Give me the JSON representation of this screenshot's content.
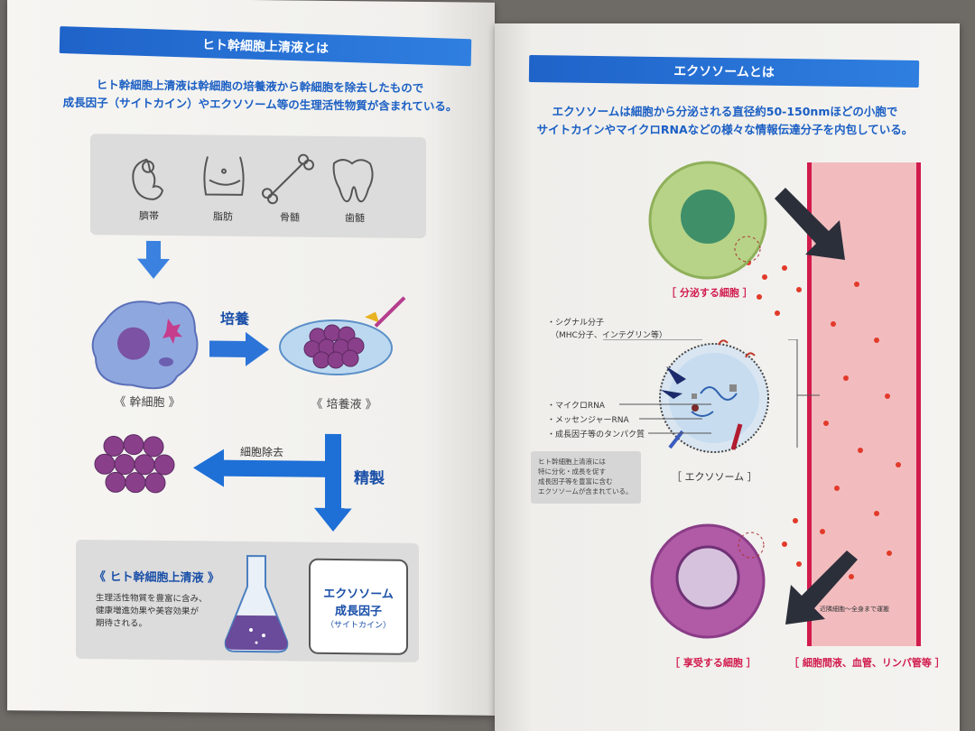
{
  "left": {
    "banner": "ヒト幹細胞上清液とは",
    "intro_line1": "ヒト幹細胞上清液は幹細胞の培養液から幹細胞を除去したもので",
    "intro_line2": "成長因子（サイトカイン）やエクソソーム等の生理活性物質が含まれている。",
    "sources": [
      {
        "label": "臍帯",
        "icon": "fetus-icon"
      },
      {
        "label": "脂肪",
        "icon": "abdomen-icon"
      },
      {
        "label": "骨髄",
        "icon": "bone-icon"
      },
      {
        "label": "歯髄",
        "icon": "tooth-icon"
      }
    ],
    "culture_label": "培養",
    "stem_cell_caption": "《 幹細胞 》",
    "culture_medium_caption": "《 培養液 》",
    "cell_removal_label": "細胞除去",
    "purification_label": "精製",
    "result_title": "《 ヒト幹細胞上清液 》",
    "result_desc_1": "生理活性物質を豊富に含み、",
    "result_desc_2": "健康増進効果や美容効果が",
    "result_desc_3": "期待される。",
    "callout_line1": "エクソソーム",
    "callout_line2": "成長因子",
    "callout_line3": "（サイトカイン）"
  },
  "right": {
    "banner": "エクソソームとは",
    "intro_line1": "エクソソームは細胞から分泌される直径約50-150nmほどの小胞で",
    "intro_line2": "サイトカインやマイクロRNAなどの様々な情報伝達分子を内包している。",
    "secreting_cell_caption": "［ 分泌する細胞 ］",
    "annotations": {
      "signal": "・シグナル分子",
      "signal_sub": "（MHC分子、インテグリン等）",
      "micro_rna": "・マイクロRNA",
      "messenger_rna": "・メッセンジャーRNA",
      "growth_factor": "・成長因子等のタンパク質"
    },
    "exosome_caption": "［ エクソソーム ］",
    "note_1": "ヒト幹細胞上清液には",
    "note_2": "特に分化・成長を促す",
    "note_3": "成長因子等を豊富に含む",
    "note_4": "エクソソームが含まれている。",
    "vessel_note": "近隣細胞～全身まで運搬",
    "receiving_cell_caption": "［ 享受する細胞 ］",
    "fluid_caption": "［ 細胞間液、血管、リンパ管等 ］"
  },
  "colors": {
    "banner_blue": "#1f63c9",
    "arrow_blue": "#1e6fd6",
    "vessel_red": "#d11b4d",
    "green_cell": "#9cc35a",
    "purple_cell": "#9a3f93"
  }
}
